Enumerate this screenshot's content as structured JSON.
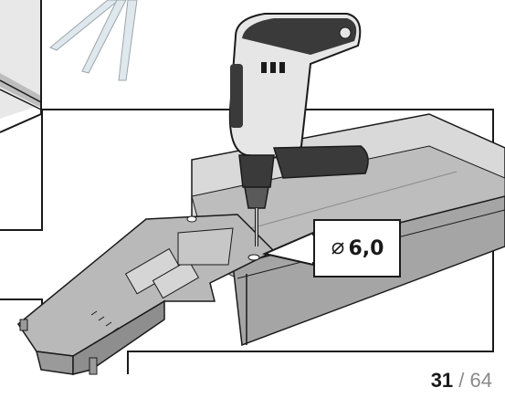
{
  "document": {
    "page_current": "31",
    "page_separator": " / ",
    "page_total": "64"
  },
  "callout": {
    "diameter_value": "6,0",
    "diameter_icon": "diameter-icon"
  },
  "colors": {
    "line": "#1a1a1a",
    "rail_light": "#d9d9d9",
    "rail_mid": "#bdbdbd",
    "rail_dark": "#9a9a9a",
    "drill_body": "#e6e6e6",
    "drill_dark": "#3a3a3a"
  }
}
